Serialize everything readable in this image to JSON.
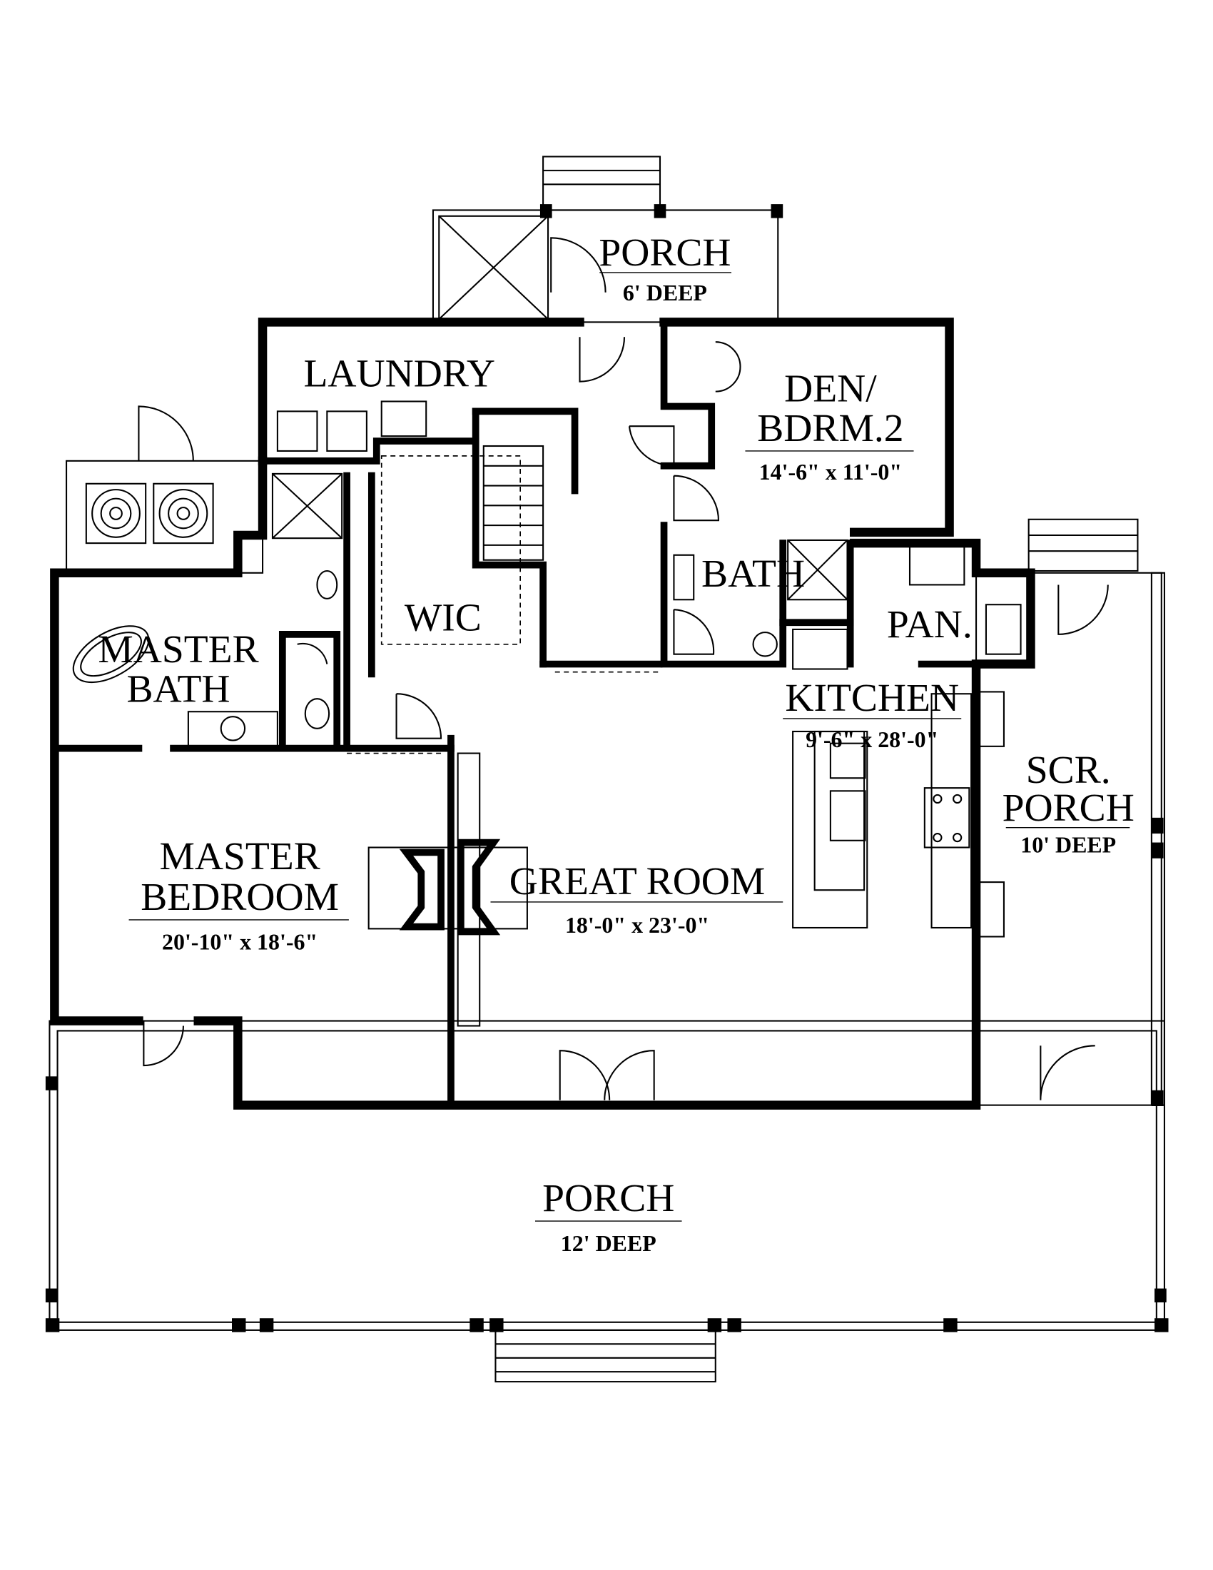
{
  "rooms": {
    "porch_rear": {
      "name": "PORCH",
      "size": "6' DEEP"
    },
    "laundry": {
      "name": "LAUNDRY"
    },
    "den": {
      "name_line1": "DEN/",
      "name_line2": "BDRM.2",
      "size": "14'-6\" x 11'-0\""
    },
    "bath": {
      "name": "BATH"
    },
    "pantry": {
      "name": "PAN."
    },
    "wic": {
      "name": "WIC"
    },
    "master_bath": {
      "name_line1": "MASTER",
      "name_line2": "BATH"
    },
    "kitchen": {
      "name": "KITCHEN",
      "size": "9'-6\" x 28'-0\""
    },
    "screened_porch": {
      "name_line1": "SCR.",
      "name_line2": "PORCH",
      "size": "10' DEEP"
    },
    "master_bedroom": {
      "name_line1": "MASTER",
      "name_line2": "BEDROOM",
      "size": "20'-10\" x 18'-6\""
    },
    "great_room": {
      "name": "GREAT ROOM",
      "size": "18'-0\" x 23'-0\""
    },
    "porch_front": {
      "name": "PORCH",
      "size": "12' DEEP"
    }
  }
}
